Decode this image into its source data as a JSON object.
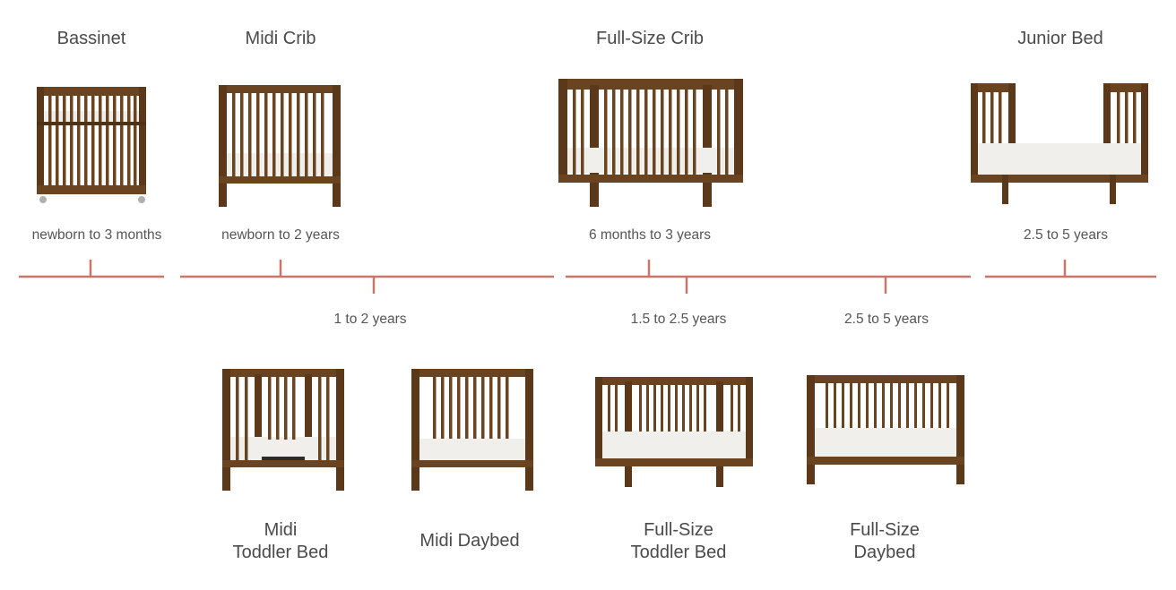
{
  "colors": {
    "wood": "#6a4420",
    "wood_dark": "#4f3115",
    "mattress": "#f1efec",
    "timeline": "#c8766a",
    "text": "#4a4a4a"
  },
  "top_stages": [
    {
      "name": "Bassinet",
      "age": "newborn to 3 months",
      "icon": "bassinet-icon"
    },
    {
      "name": "Midi Crib",
      "age": "newborn to 2 years",
      "icon": "midi-crib-icon"
    },
    {
      "name": "Full-Size Crib",
      "age": "6 months to 3 years",
      "icon": "full-size-crib-icon"
    },
    {
      "name": "Junior Bed",
      "age": "2.5 to 5 years",
      "icon": "junior-bed-icon"
    }
  ],
  "bottom_stages": [
    {
      "name_line1": "Midi",
      "name_line2": "Toddler Bed",
      "icon": "midi-toddler-bed-icon"
    },
    {
      "name_line1": "Midi Daybed",
      "name_line2": "",
      "icon": "midi-daybed-icon"
    },
    {
      "name_line1": "Full-Size",
      "name_line2": "Toddler Bed",
      "icon": "full-size-toddler-bed-icon"
    },
    {
      "name_line1": "Full-Size",
      "name_line2": "Daybed",
      "icon": "full-size-daybed-icon"
    }
  ],
  "bottom_ages": [
    {
      "label": "1 to 2 years"
    },
    {
      "label": "1.5 to 2.5 years"
    },
    {
      "label": "2.5 to 5 years"
    }
  ]
}
